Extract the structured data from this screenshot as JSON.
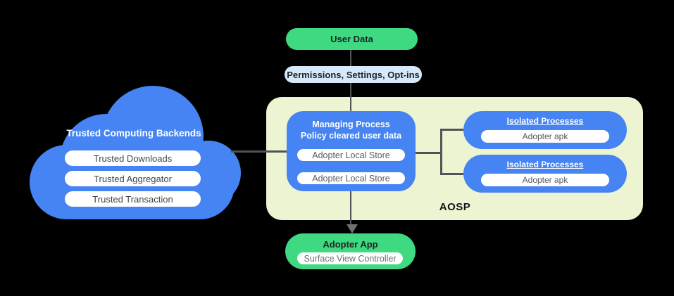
{
  "colors": {
    "background": "#000000",
    "blue": "#4584f2",
    "green": "#3ed981",
    "light_blue": "#d6e9fb",
    "panel_bg": "#ecf4d2",
    "pill_white": "#ffffff",
    "line": "#515356",
    "arrow": "#6e7175",
    "dark_text": "#1e2226"
  },
  "flow": {
    "user_data_label": "User Data",
    "permissions_label": "Permissions,  Settings, Opt-ins"
  },
  "cloud": {
    "title": "Trusted Computing Backends",
    "items": [
      "Trusted Downloads",
      "Trusted Aggregator",
      "Trusted Transaction"
    ]
  },
  "aosp": {
    "label": "AOSP",
    "managing_process": {
      "title_line1": "Managing Process",
      "title_line2": "Policy cleared user data",
      "stores": [
        "Adopter Local Store",
        "Adopter Local Store"
      ]
    },
    "isolated": [
      {
        "title": "Isolated Processes",
        "item": "Adopter apk"
      },
      {
        "title": "Isolated Processes",
        "item": "Adopter apk"
      }
    ]
  },
  "adopter_app": {
    "title": "Adopter App",
    "item": "Surface View Controller"
  }
}
